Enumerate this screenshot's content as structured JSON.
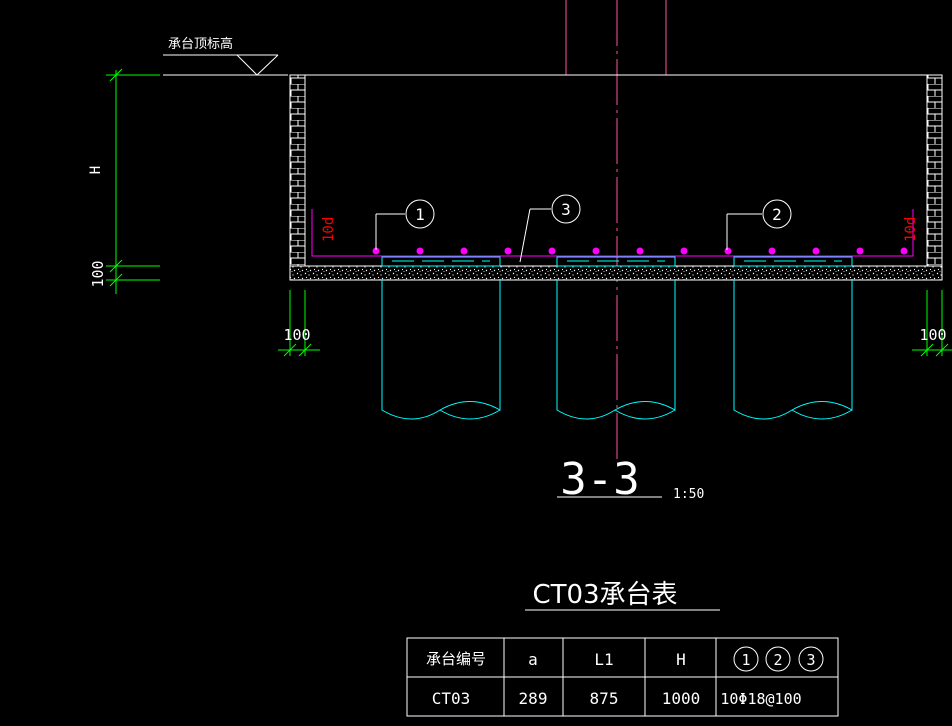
{
  "top_label": "承台顶标高",
  "dimensions": {
    "height": "H",
    "bottom_100": "100",
    "left_100": "100",
    "right_100": "100",
    "rebar_anchor_left": "10d",
    "rebar_anchor_right": "10d"
  },
  "callouts": {
    "c1": "1",
    "c2": "2",
    "c3": "3"
  },
  "section": {
    "name": "3-3",
    "scale": "1:50"
  },
  "table": {
    "title": "CT03承台表",
    "headers": {
      "id": "承台编号",
      "a": "a",
      "l1": "L1",
      "h": "H",
      "c1": "1",
      "c2": "2",
      "c3": "3"
    },
    "row": {
      "id": "CT03",
      "a": "289",
      "l1": "875",
      "h": "1000",
      "rebar": "10Φ18@100"
    }
  },
  "colors": {
    "background": "#000000",
    "outline": "#ffffff",
    "dimension": "#00ff00",
    "rebar": "#ff00ff",
    "pile": "#00ffff",
    "center_line": "#ff4fa0",
    "anchor_text": "#ff0000"
  }
}
